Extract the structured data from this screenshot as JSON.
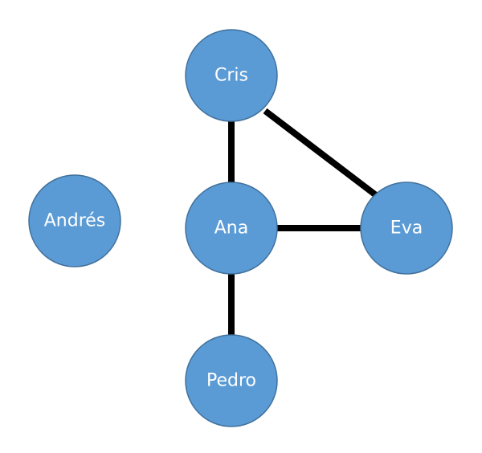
{
  "colors": {
    "node_fill": "#5b9bd5",
    "node_text": "#ffffff",
    "edge": "#000000",
    "background": "#ffffff"
  },
  "nodes": [
    {
      "id": "cris",
      "label": "Cris"
    },
    {
      "id": "andres",
      "label": "Andrés"
    },
    {
      "id": "ana",
      "label": "Ana"
    },
    {
      "id": "eva",
      "label": "Eva"
    },
    {
      "id": "pedro",
      "label": "Pedro"
    }
  ],
  "edges": [
    {
      "from": "cris",
      "to": "ana"
    },
    {
      "from": "cris",
      "to": "eva"
    },
    {
      "from": "ana",
      "to": "eva"
    },
    {
      "from": "ana",
      "to": "pedro"
    }
  ]
}
